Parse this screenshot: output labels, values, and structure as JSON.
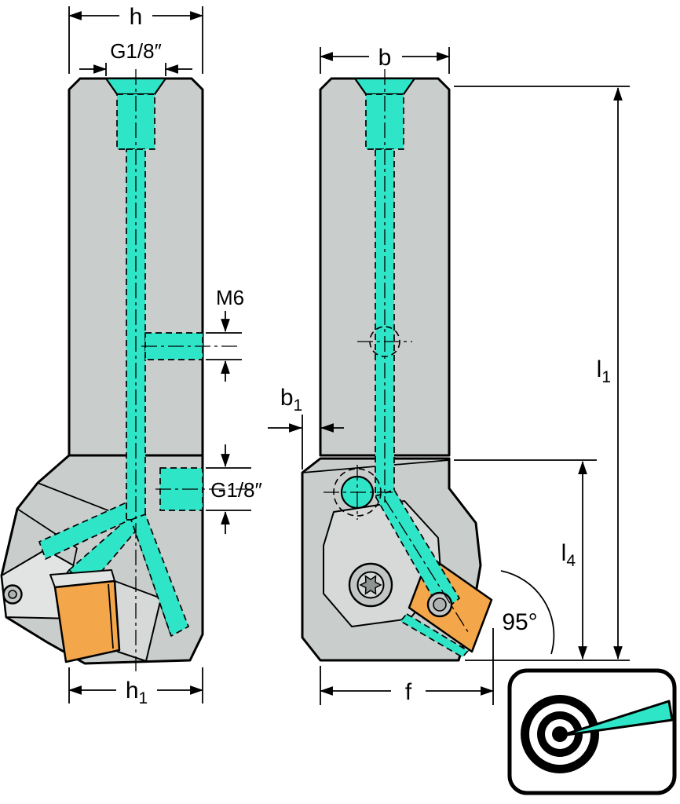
{
  "drawing": {
    "left_view": {
      "dim_h": "h",
      "dim_g18_top": "G1/8″",
      "dim_m6": "M6",
      "dim_g18_side": "G1/8″",
      "dim_h1": {
        "main": "h",
        "sub": "1"
      }
    },
    "right_view": {
      "dim_b": "b",
      "dim_b1": {
        "main": "b",
        "sub": "1"
      },
      "dim_l1": {
        "main": "l",
        "sub": "1"
      },
      "dim_l4": {
        "main": "l",
        "sub": "4"
      },
      "dim_angle": "95°",
      "dim_f": "f"
    }
  },
  "colors": {
    "coolant_cyan": "#2fe5c8",
    "body_gray": "#c9cdcb",
    "insert_orange": "#f3a64a",
    "outline_black": "#000000",
    "background": "#ffffff"
  }
}
